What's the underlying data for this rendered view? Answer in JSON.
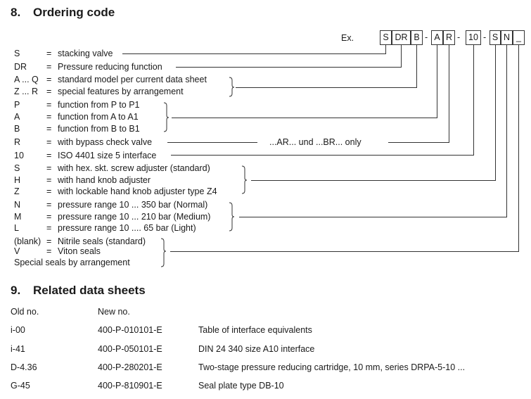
{
  "section8": {
    "number": "8.",
    "title": "Ordering code",
    "example_label": "Ex.",
    "code_boxes": [
      "S",
      "DR",
      "B",
      "A",
      "R",
      "10",
      "S",
      "N",
      "_"
    ],
    "dash": "-",
    "rows": [
      {
        "code": "S",
        "eq": "=",
        "desc": "stacking valve"
      },
      {
        "code": "DR",
        "eq": "=",
        "desc": "Pressure reducing function"
      },
      {
        "code": "A ... Q",
        "eq": "=",
        "desc": "standard model per current data sheet"
      },
      {
        "code": "Z ... R",
        "eq": "=",
        "desc": "special features by arrangement"
      },
      {
        "code": "P",
        "eq": "=",
        "desc": "function from P to P1"
      },
      {
        "code": "A",
        "eq": "=",
        "desc": "function from A to A1"
      },
      {
        "code": "B",
        "eq": "=",
        "desc": "function from B to B1"
      },
      {
        "code": "R",
        "eq": "=",
        "desc": "with bypass check valve"
      },
      {
        "code": "10",
        "eq": "=",
        "desc": "ISO 4401 size 5 interface"
      },
      {
        "code": "S",
        "eq": "=",
        "desc": "with hex. skt. screw adjuster (standard)"
      },
      {
        "code": "H",
        "eq": "=",
        "desc": "with hand knob adjuster"
      },
      {
        "code": "Z",
        "eq": "=",
        "desc": "with lockable hand knob adjuster type Z4"
      },
      {
        "code": "N",
        "eq": "=",
        "desc": "pressure range 10 ... 350 bar (Normal)"
      },
      {
        "code": "M",
        "eq": "=",
        "desc": "pressure range 10 ... 210 bar (Medium)"
      },
      {
        "code": "L",
        "eq": "=",
        "desc": "pressure range 10 .... 65 bar (Light)"
      },
      {
        "code": "(blank)",
        "eq": "=",
        "desc": "Nitrile seals (standard)"
      },
      {
        "code": "V",
        "eq": "=",
        "desc": "Viton seals"
      },
      {
        "code": "",
        "eq": "",
        "desc": "Special seals by arrangement"
      }
    ],
    "bypass_note": "...AR...  und  ...BR... only"
  },
  "section9": {
    "number": "9.",
    "title": "Related data sheets",
    "headers": {
      "old": "Old no.",
      "new": "New no."
    },
    "rows": [
      {
        "old": "i-00",
        "new": "400-P-010101-E",
        "desc": "Table of interface equivalents"
      },
      {
        "old": "i-41",
        "new": "400-P-050101-E",
        "desc": "DIN 24 340 size A10 interface"
      },
      {
        "old": "D-4.36",
        "new": "400-P-280201-E",
        "desc": "Two-stage pressure reducing cartridge, 10 mm, series DRPA-5-10 ..."
      },
      {
        "old": "G-45",
        "new": "400-P-810901-E",
        "desc": "Seal plate type DB-10"
      }
    ]
  }
}
